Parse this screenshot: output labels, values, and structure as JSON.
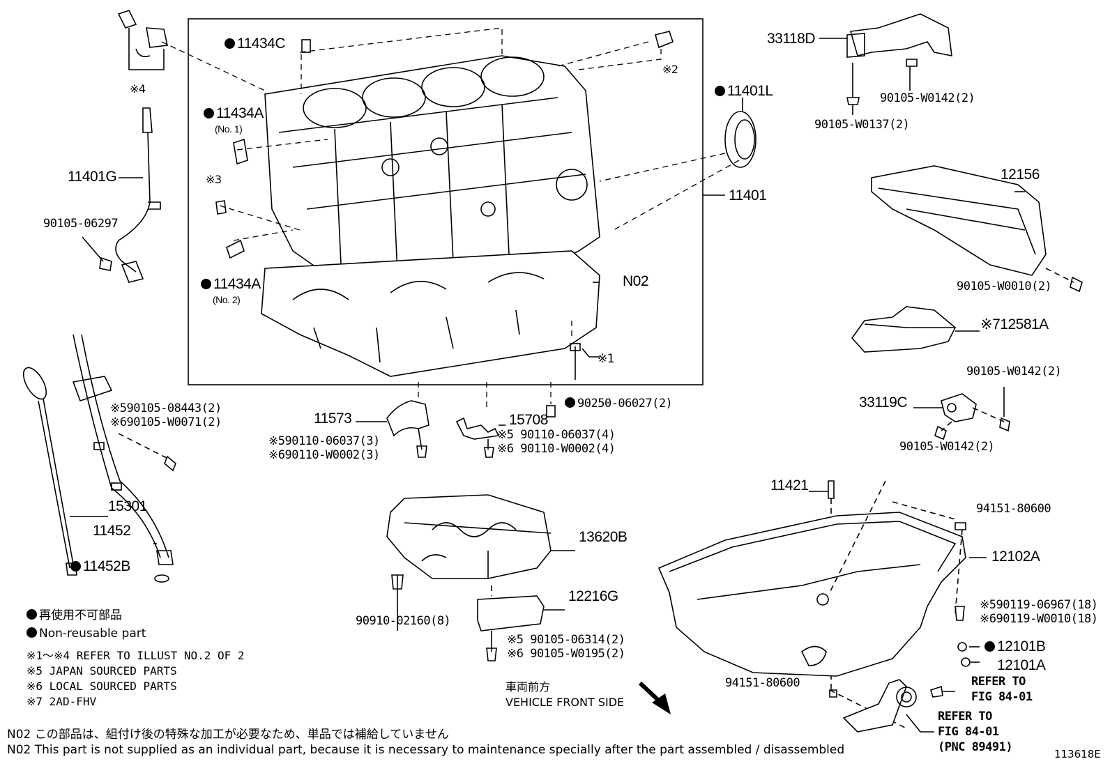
{
  "labels": {
    "p11434C": "11434C",
    "note2": "※2",
    "p11401L": "11401L",
    "p11434A1": "11434A",
    "p11434A1_sub": "(No. 1)",
    "note3": "※3",
    "p11401": "11401",
    "p11434A2": "11434A",
    "p11434A2_sub": "(No. 2)",
    "pN02": "N02",
    "note1": "※1",
    "p33118D": "33118D",
    "p90105W0142_2a": "90105-W0142(2)",
    "p90105W0137": "90105-W0137(2)",
    "p12156": "12156",
    "p90105W0010": "90105-W0010(2)",
    "p12581A": "※712581A",
    "p90105W0142_2b": "90105-W0142(2)",
    "p33119C": "33119C",
    "p90105W0142_2c": "90105-W0142(2)",
    "note4": "※4",
    "p11401G": "11401G",
    "p90105_06297": "90105-06297",
    "p90105_08443": "※590105-08443(2)",
    "p90105_W0071": "※690105-W0071(2)",
    "p15301": "15301",
    "p11452": "11452",
    "p11452B": "11452B",
    "p11573": "11573",
    "p90110_06037_3": "※590110-06037(3)",
    "p90110_W0002_3": "※690110-W0002(3)",
    "p15708": "15708",
    "p90110_06037_4": "※5 90110-06037(4)",
    "p90110_W0002_4": "※6 90110-W0002(4)",
    "p90250": "90250-06027(2)",
    "p13620B": "13620B",
    "p12216G": "12216G",
    "p90910": "90910-02160(8)",
    "p90105_06314": "※5 90105-06314(2)",
    "p90105_W0195": "※6 90105-W0195(2)",
    "p11421": "11421",
    "p94151_a": "94151-80600",
    "p12102A": "12102A",
    "p90119_06967": "※590119-06967(18)",
    "p90119_W0010": "※690119-W0010(18)",
    "p12101B": "12101B",
    "p12101A": "12101A",
    "p94151_b": "94151-80600",
    "refer1_a": "REFER TO",
    "refer1_b": "FIG 84-01",
    "refer2_a": "REFER TO",
    "refer2_b": "FIG 84-01",
    "refer2_c": "(PNC 89491)"
  },
  "legend": {
    "jp": "再使用不可部品",
    "en": "Non-reusable part",
    "l1": "※1～※4 REFER TO ILLUST NO.2 OF 2",
    "l5": "※5 JAPAN SOURCED PARTS",
    "l6": "※6 LOCAL SOURCED PARTS",
    "l7": "※7 2AD-FHV"
  },
  "front": {
    "jp": "車両前方",
    "en": "VEHICLE FRONT SIDE"
  },
  "footer": {
    "n02_jp": "N02 この部品は、組付け後の特殊な加工が必要なため、単品では補給していません",
    "n02_en": "N02 This part is not supplied as an individual part, because it is necessary to maintenance specially after the part assembled / disassembled",
    "figno": "113618E"
  }
}
